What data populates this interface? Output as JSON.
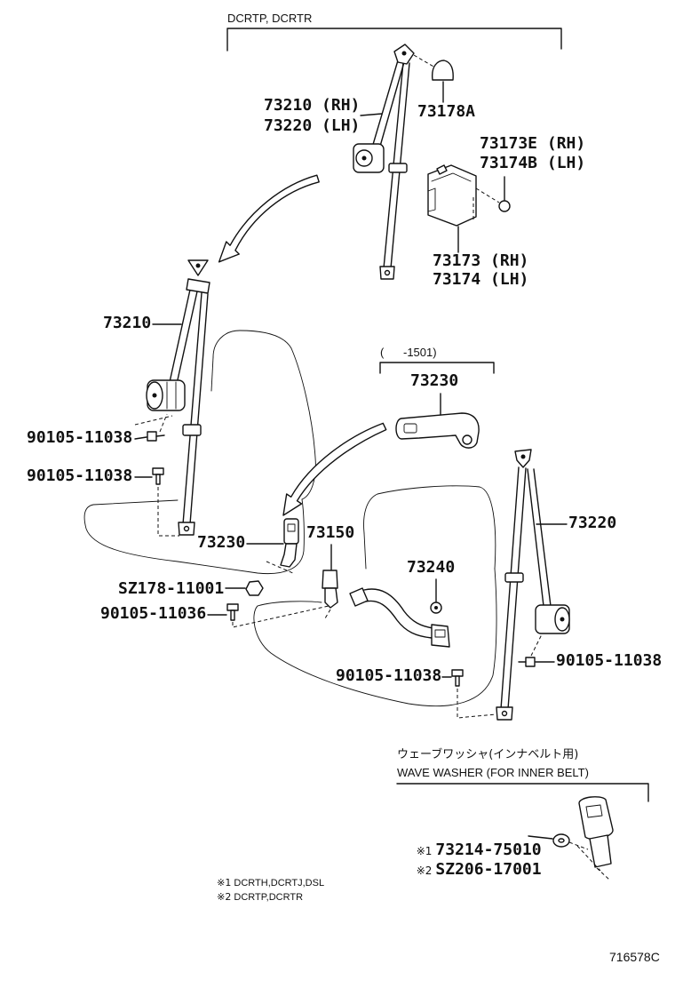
{
  "variant_header": "DCRTP, DCRTR",
  "date_range": "(      -1501)",
  "callouts": {
    "retractor_upper_rh": "73210 (RH)",
    "retractor_upper_lh": "73220 (LH)",
    "cap": "73178A",
    "cover_bolt_rh": "73173E (RH)",
    "cover_bolt_lh": "73174B (LH)",
    "cover_rh": "73173 (RH)",
    "cover_lh": "73174 (LH)",
    "belt_left": "73210",
    "buckle_upper": "73230",
    "bolt_left_a": "90105-11038",
    "bolt_left_b": "90105-11038",
    "belt_right": "73220",
    "buckle_left": "73230",
    "buckle_center": "73150",
    "inner_belt": "73240",
    "nut": "SZ178-11001",
    "bolt_center_a": "90105-11036",
    "bolt_right": "90105-11038",
    "bolt_center_b": "90105-11038"
  },
  "wave_washer": {
    "title_jp": "ウェーブワッシャ(インナベルト用)",
    "title_en": "WAVE WASHER (FOR INNER BELT)",
    "items": [
      {
        "mark": "※1",
        "part": "73214-75010"
      },
      {
        "mark": "※2",
        "part": "SZ206-17001"
      }
    ]
  },
  "notes": [
    {
      "mark": "※1",
      "text": "DCRTH,DCRTJ,DSL"
    },
    {
      "mark": "※2",
      "text": "DCRTP,DCRTR"
    }
  ],
  "diagram_id": "716578C"
}
